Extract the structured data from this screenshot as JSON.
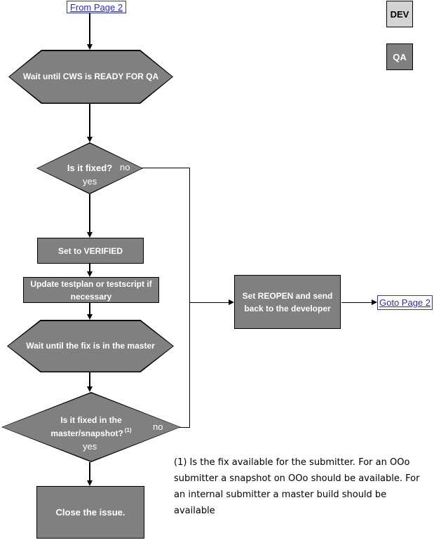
{
  "colors": {
    "shape_gray": "#808080",
    "dev_gray": "#d3d3d3",
    "link_blue": "#2a2ad0",
    "link_border": "#33339c"
  },
  "links": {
    "from_page_2": "From Page 2",
    "goto_page_2": "Goto Page 2"
  },
  "legend": {
    "dev": "DEV",
    "qa": "QA"
  },
  "flow": {
    "wait_cws": "Wait until CWS is READY FOR QA",
    "is_fixed": "Is it fixed?",
    "is_fixed_no": "no",
    "is_fixed_yes": "yes",
    "set_verified": "Set to VERIFIED",
    "update_testplan": "Update testplan or testscript if necessary",
    "wait_master": "Wait until the fix is in the master",
    "is_fixed_master_line1": "Is it fixed in the",
    "is_fixed_master_line2": "master/snapshot?",
    "is_fixed_master_footnote_ref": "(1)",
    "is_fixed_master_no": "no",
    "is_fixed_master_yes": "yes",
    "close_issue": "Close the issue.",
    "reopen": "Set REOPEN and send back to the developer"
  },
  "footnote": "(1) Is the fix available for the submitter. For an OOo submitter a snapshot on OOo should be available. For an internal submitter a master build should be available"
}
